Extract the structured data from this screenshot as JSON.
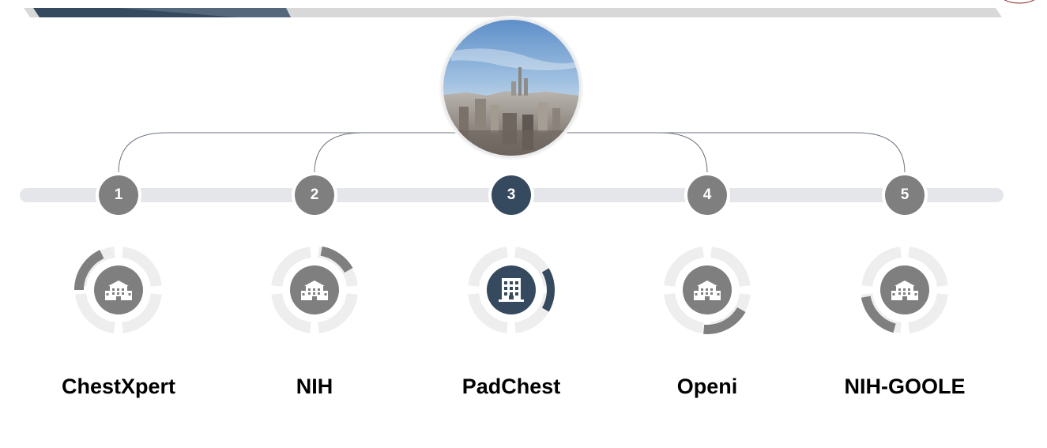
{
  "colors": {
    "accent": "#354a5f",
    "inactive": "#7f7f7f",
    "track": "#e5e6ea",
    "ring": "#eeeeee",
    "connector": "#6d7480"
  },
  "center_image": {
    "description_icon": "city-skyline-photo"
  },
  "steps": [
    {
      "number": "1",
      "label": "ChestXpert",
      "icon": "building-icon",
      "active": false,
      "arc_start_deg": 270,
      "arc_end_deg": 335
    },
    {
      "number": "2",
      "label": "NIH",
      "icon": "building-icon",
      "active": false,
      "arc_start_deg": 10,
      "arc_end_deg": 60
    },
    {
      "number": "3",
      "label": "PadChest",
      "icon": "office-building-icon",
      "active": true,
      "arc_start_deg": 60,
      "arc_end_deg": 120
    },
    {
      "number": "4",
      "label": "Openi",
      "icon": "building-icon",
      "active": false,
      "arc_start_deg": 120,
      "arc_end_deg": 185
    },
    {
      "number": "5",
      "label": "NIH-GOOLE",
      "icon": "building-icon",
      "active": false,
      "arc_start_deg": 195,
      "arc_end_deg": 260
    }
  ]
}
